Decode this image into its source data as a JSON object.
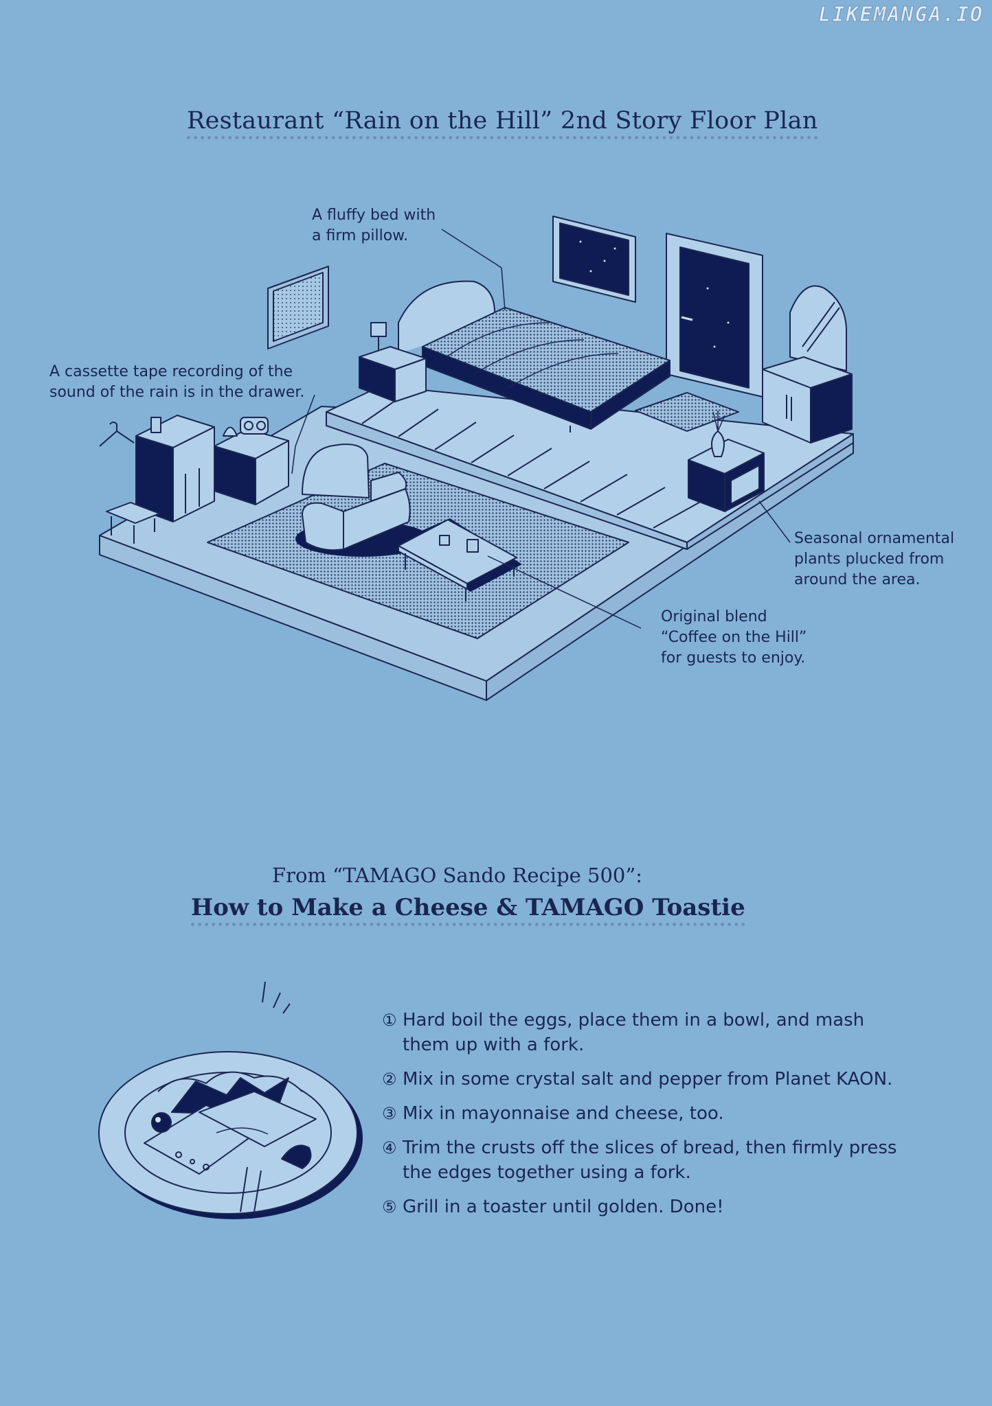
{
  "watermark": "LIKEMANGA.IO",
  "floor_plan": {
    "title": "Restaurant “Rain on the Hill” 2nd Story Floor Plan",
    "callouts": {
      "bed": "A fluffy bed with\na firm pillow.",
      "cassette": "A cassette tape recording of the\nsound of the rain is in the drawer.",
      "plants": "Seasonal ornamental\nplants plucked from\naround the area.",
      "coffee": "Original blend\n“Coffee on the Hill”\nfor guests to enjoy."
    }
  },
  "recipe": {
    "source": "From “TAMAGO Sando Recipe 500”:",
    "title": "How to Make a Cheese & TAMAGO Toastie",
    "steps": [
      {
        "num": "①",
        "text": "Hard boil the eggs, place them in a bowl, and mash\nthem up with a fork."
      },
      {
        "num": "②",
        "text": "Mix in some crystal salt and pepper from Planet KAON."
      },
      {
        "num": "③",
        "text": "Mix in mayonnaise and cheese, too."
      },
      {
        "num": "④",
        "text": "Trim the crusts off the slices of bread, then firmly press\nthe edges together using a fork."
      },
      {
        "num": "⑤",
        "text": "Grill in a toaster until golden. Done!"
      }
    ]
  },
  "colors": {
    "background": "#84b2d7",
    "ink": "#1a2650",
    "navy": "#0f1c54"
  }
}
